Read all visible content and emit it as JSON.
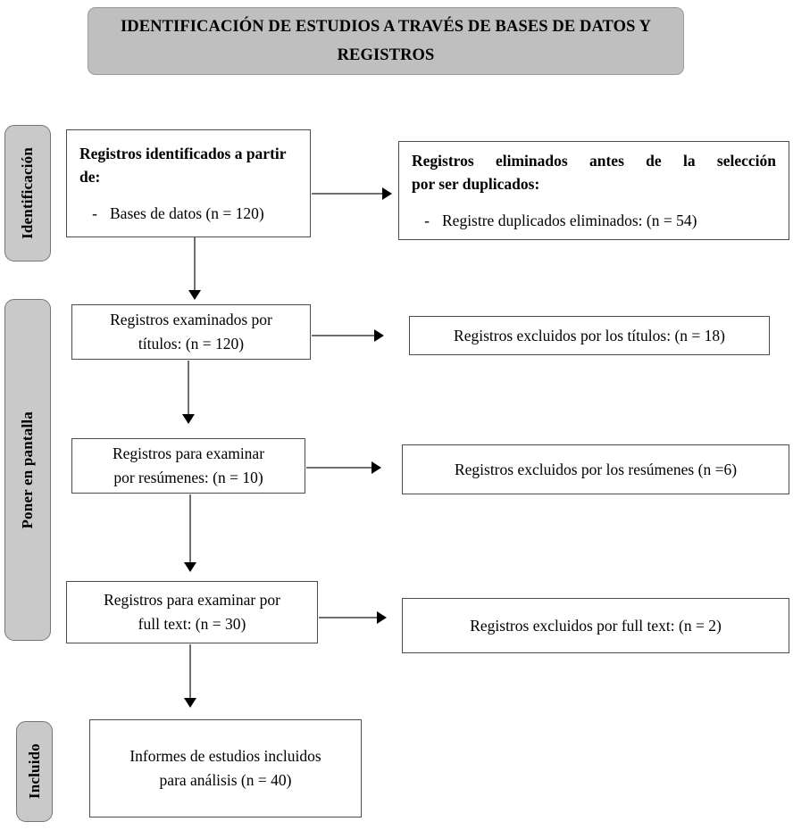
{
  "header": {
    "title": "IDENTIFICACIÓN DE ESTUDIOS A TRAVÉS DE BASES DE DATOS Y REGISTROS",
    "background_color": "#bfbfbf"
  },
  "stages": [
    {
      "id": "identificacion",
      "label": "Identificación"
    },
    {
      "id": "poner-en-pantalla",
      "label": "Poner en pantalla"
    },
    {
      "id": "incluido",
      "label": "Incluido"
    }
  ],
  "boxes": {
    "identified": {
      "title": "Registros identificados a partir de:",
      "bullet_marker": "-",
      "bullet": "Bases de datos (n = 120)"
    },
    "duplicates_removed": {
      "title_line1": "Registros eliminados antes de la selección",
      "title_line2": "por ser duplicados:",
      "bullet_marker": "-",
      "bullet": "Registre duplicados eliminados: (n = 54)"
    },
    "screened_titles": {
      "line1": "Registros examinados por",
      "line2": "títulos: (n = 120)"
    },
    "excluded_titles": {
      "line1": "Registros excluidos por los títulos: (n = 18)"
    },
    "screened_abstracts": {
      "line1": "Registros para examinar",
      "line2": "por resúmenes: (n = 10)"
    },
    "excluded_abstracts": {
      "line1": "Registros excluidos por los resúmenes (n =6)"
    },
    "screened_fulltext": {
      "line1": "Registros para examinar por",
      "line2": "full text: (n = 30)"
    },
    "excluded_fulltext": {
      "line1": "Registros excluidos por full text: (n = 2)"
    },
    "included": {
      "line1": "Informes de estudios incluidos",
      "line2": "para análisis (n = 40)"
    }
  },
  "chart_data": {
    "type": "diagram",
    "title": "IDENTIFICACIÓN DE ESTUDIOS A TRAVÉS DE BASES DE DATOS Y REGISTROS",
    "flow": "PRISMA study selection flow",
    "nodes": [
      {
        "stage": "Identificación",
        "label": "Registros identificados a partir de: Bases de datos",
        "n": 120
      },
      {
        "stage": "Identificación",
        "label": "Registros eliminados antes de la selección por ser duplicados: Registre duplicados eliminados",
        "n": 54
      },
      {
        "stage": "Poner en pantalla",
        "label": "Registros examinados por títulos",
        "n": 120
      },
      {
        "stage": "Poner en pantalla",
        "label": "Registros excluidos por los títulos",
        "n": 18
      },
      {
        "stage": "Poner en pantalla",
        "label": "Registros para examinar por resúmenes",
        "n": 10
      },
      {
        "stage": "Poner en pantalla",
        "label": "Registros excluidos por los resúmenes",
        "n": 6
      },
      {
        "stage": "Poner en pantalla",
        "label": "Registros para examinar por full text",
        "n": 30
      },
      {
        "stage": "Poner en pantalla",
        "label": "Registros excluidos por full text",
        "n": 2
      },
      {
        "stage": "Incluido",
        "label": "Informes de estudios incluidos para análisis",
        "n": 40
      }
    ]
  }
}
